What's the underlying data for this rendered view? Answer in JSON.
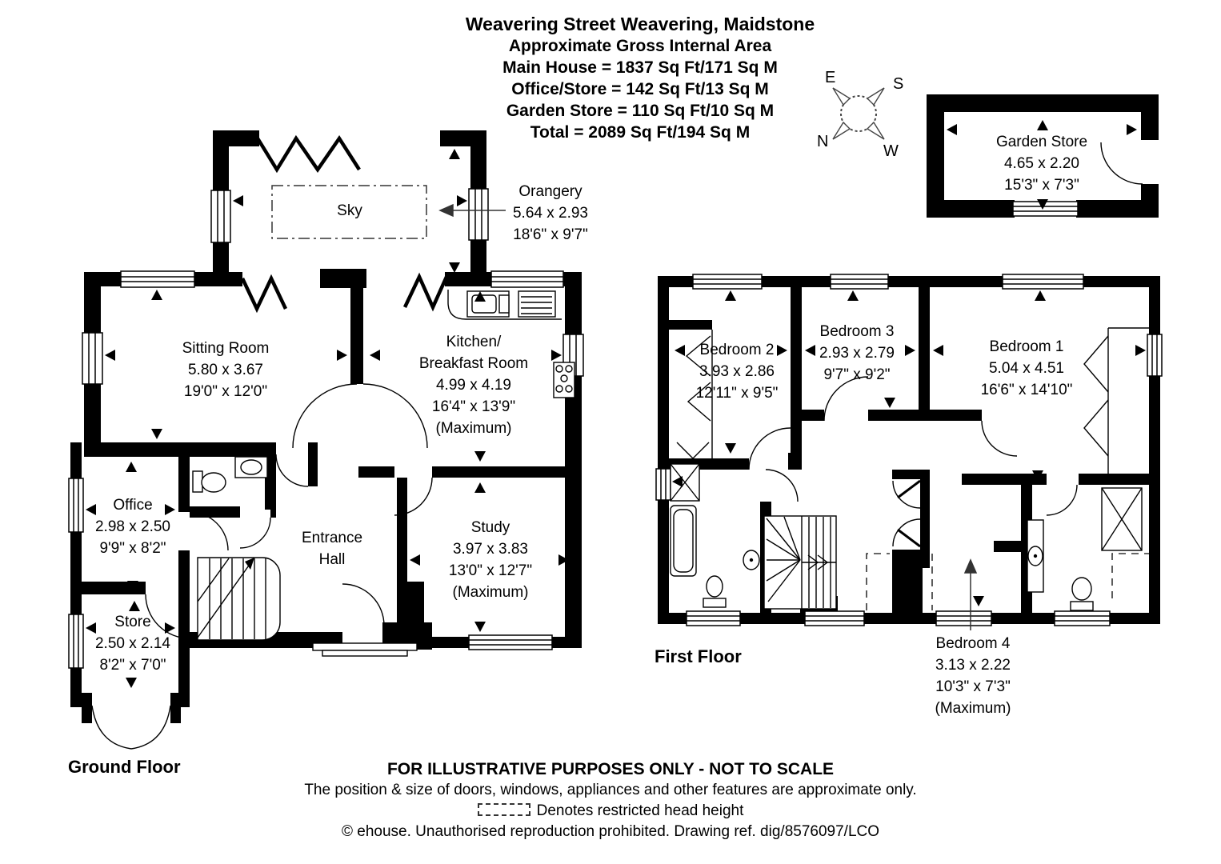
{
  "header": {
    "title": "Weavering Street Weavering, Maidstone",
    "subtitle": "Approximate Gross Internal Area",
    "area_lines": [
      "Main House = 1837 Sq Ft/171 Sq M",
      "Office/Store = 142 Sq Ft/13 Sq M",
      "Garden Store = 110 Sq Ft/10 Sq M",
      "Total = 2089 Sq Ft/194 Sq M"
    ]
  },
  "compass": {
    "n": "N",
    "e": "E",
    "s": "S",
    "w": "W"
  },
  "floors": {
    "ground_label": "Ground Floor",
    "first_label": "First Floor"
  },
  "rooms": {
    "garden_store": {
      "name": "Garden Store",
      "metric": "4.65 x 2.20",
      "imperial": "15'3\" x 7'3\""
    },
    "orangery": {
      "name": "Orangery",
      "metric": "5.64 x 2.93",
      "imperial": "18'6\" x 9'7\""
    },
    "sky_label": "Sky",
    "sitting_room": {
      "name": "Sitting Room",
      "metric": "5.80 x 3.67",
      "imperial": "19'0\" x 12'0\""
    },
    "kitchen": {
      "name_line1": "Kitchen/",
      "name_line2": "Breakfast Room",
      "metric": "4.99 x 4.19",
      "imperial": "16'4\" x 13'9\"",
      "note": "(Maximum)"
    },
    "office": {
      "name": "Office",
      "metric": "2.98 x 2.50",
      "imperial": "9'9\" x 8'2\""
    },
    "store": {
      "name": "Store",
      "metric": "2.50 x 2.14",
      "imperial": "8'2\" x 7'0\""
    },
    "entrance_hall": {
      "name_line1": "Entrance",
      "name_line2": "Hall"
    },
    "study": {
      "name": "Study",
      "metric": "3.97 x 3.83",
      "imperial": "13'0\" x 12'7\"",
      "note": "(Maximum)"
    },
    "bedroom1": {
      "name": "Bedroom 1",
      "metric": "5.04 x 4.51",
      "imperial": "16'6\" x 14'10\""
    },
    "bedroom2": {
      "name": "Bedroom 2",
      "metric": "3.93 x 2.86",
      "imperial": "12'11\" x 9'5\""
    },
    "bedroom3": {
      "name": "Bedroom 3",
      "metric": "2.93 x 2.79",
      "imperial": "9'7\" x 9'2\""
    },
    "bedroom4": {
      "name": "Bedroom 4",
      "metric": "3.13 x 2.22",
      "imperial": "10'3\" x 7'3\"",
      "note": "(Maximum)"
    }
  },
  "footer": {
    "line1": "FOR ILLUSTRATIVE PURPOSES ONLY - NOT TO SCALE",
    "line2": "The position & size of doors, windows, appliances and other features are approximate only.",
    "restricted_note": "Denotes restricted head height",
    "copyright": "© ehouse. Unauthorised reproduction prohibited. Drawing ref. dig/8576097/LCO"
  }
}
